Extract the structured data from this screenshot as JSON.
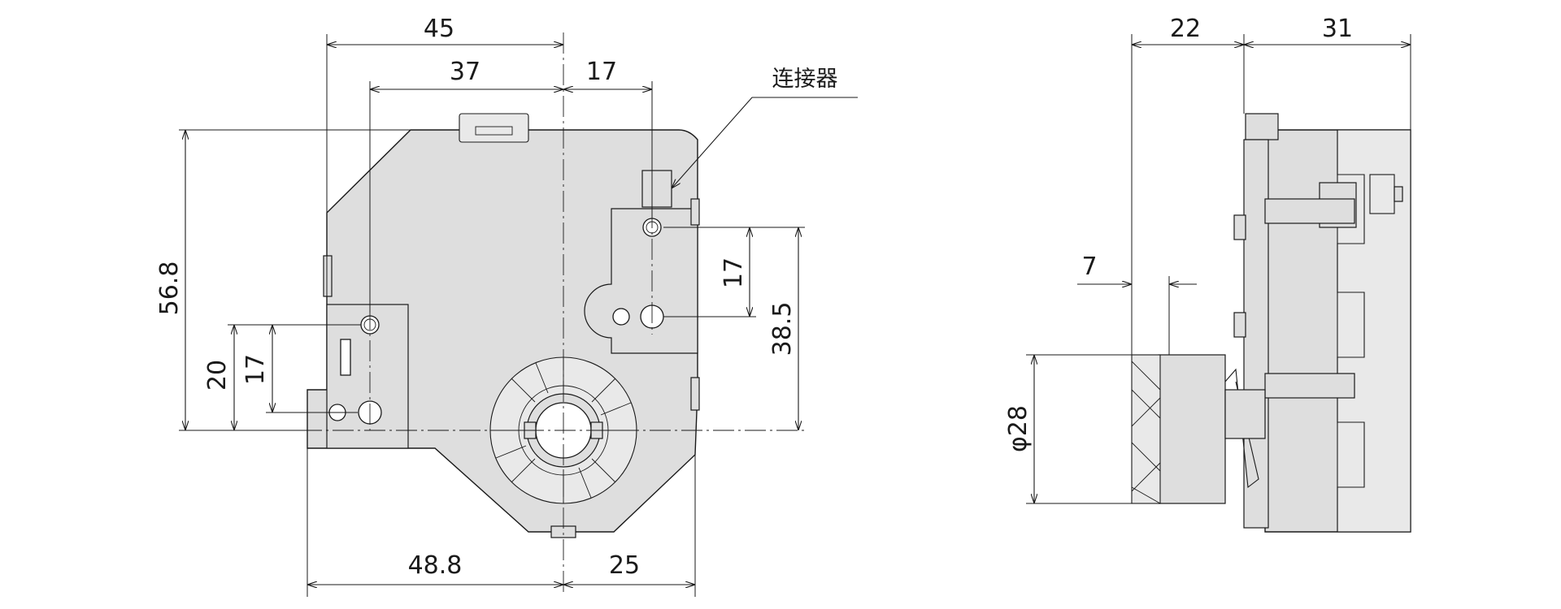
{
  "front_view": {
    "dims": {
      "top_width": "45",
      "hole_offset": "37",
      "connector_offset": "17",
      "overall_height": "56.8",
      "left_hole_height": "20",
      "left_hole_spacing": "17",
      "right_hole_spacing": "17",
      "right_hole_height": "38.5",
      "bottom_left": "48.8",
      "bottom_right": "25"
    },
    "connector_label": "连接器"
  },
  "side_view": {
    "dims": {
      "left_width": "22",
      "right_width": "31",
      "shaft_length": "7",
      "gear_diameter": "φ28"
    }
  }
}
